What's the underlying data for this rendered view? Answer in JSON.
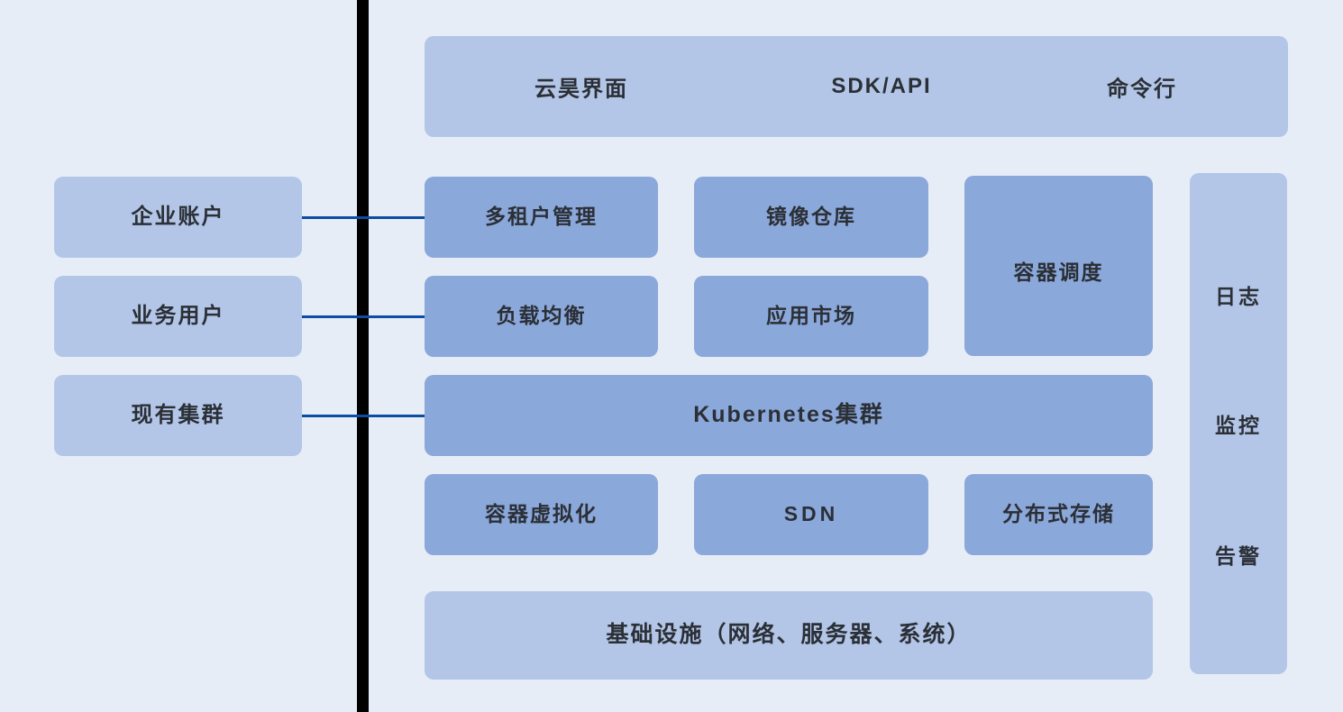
{
  "canvas": {
    "background": "#e7edf7",
    "divider_color": "#000000",
    "connector_color": "#0b4da2",
    "tone_light": "#b3c6e8",
    "tone_mid": "#8ba8da",
    "text_color": "#2b2f36"
  },
  "access_bar": {
    "name": "access-layer",
    "items": [
      {
        "label": "云昊界面"
      },
      {
        "label": "SDK/API"
      },
      {
        "label": "命令行"
      }
    ]
  },
  "actors": {
    "name": "external-actors",
    "items": [
      {
        "label": "企业账户"
      },
      {
        "label": "业务用户"
      },
      {
        "label": "现有集群"
      }
    ]
  },
  "platform": {
    "service_row_1": [
      {
        "label": "多租户管理"
      },
      {
        "label": "镜像仓库"
      }
    ],
    "service_row_2": [
      {
        "label": "负载均衡"
      },
      {
        "label": "应用市场"
      }
    ],
    "scheduler": {
      "label": "容器调度"
    },
    "orchestration": {
      "label": "Kubernetes集群"
    },
    "resource_row": [
      {
        "label": "容器虚拟化"
      },
      {
        "label": "SDN"
      },
      {
        "label": "分布式存储"
      }
    ],
    "infrastructure": {
      "label": "基础设施（网络、服务器、系统）"
    }
  },
  "ops_column": {
    "name": "operations-sidebar",
    "items": [
      {
        "label": "日志"
      },
      {
        "label": "监控"
      },
      {
        "label": "告警"
      }
    ]
  }
}
